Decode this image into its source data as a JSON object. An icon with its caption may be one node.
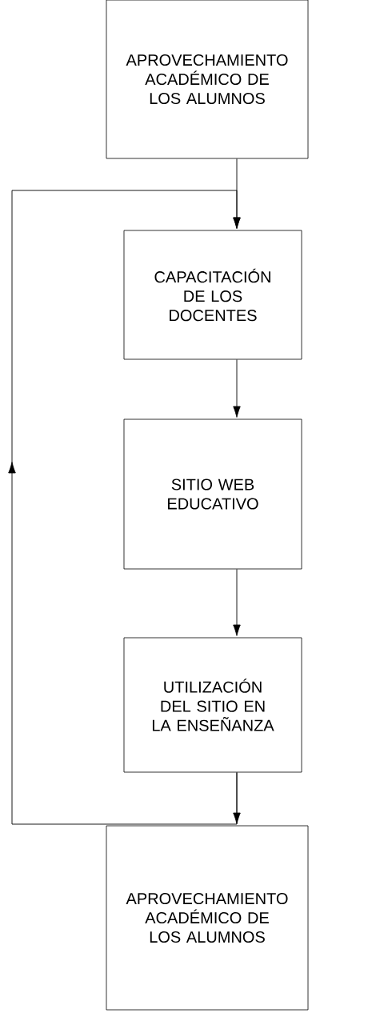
{
  "diagram": {
    "nodes": [
      {
        "text": [
          "APROVECHAMIENTO ACADÉMICO DE LOS ALUMNOS"
        ]
      },
      {
        "text": [
          "CAPACITACIÓN DE LOS DOCENTES"
        ]
      },
      {
        "text": [
          "SITIO WEB EDUCATIVO"
        ]
      },
      {
        "text": [
          "UTILIZACIÓN DEL SITIO EN LA ENSEÑANZA"
        ]
      },
      {
        "text": [
          "APROVECHAMIENTO ACADÉMICO DE LOS ALUMNOS"
        ]
      }
    ],
    "edges": [
      {
        "from": 0,
        "to": 1,
        "arrow": "to"
      },
      {
        "from": 1,
        "to": 2,
        "arrow": "to"
      },
      {
        "from": 2,
        "to": 3,
        "arrow": "to"
      },
      {
        "from": 3,
        "to": 4,
        "arrow": "to"
      },
      {
        "from": 3,
        "to": 1,
        "arrow": "to"
      }
    ]
  }
}
